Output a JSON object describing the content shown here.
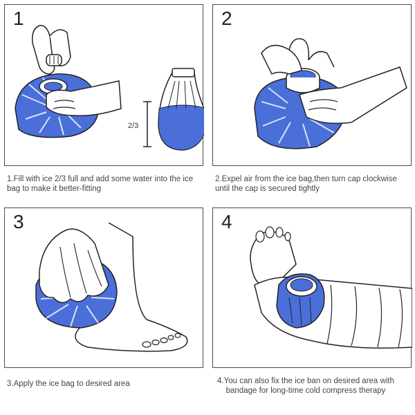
{
  "steps": [
    {
      "number": "1",
      "caption": "1.Fill with ice 2/3 full and add some water into the ice bag to make it better-fitting",
      "measure_label": "2/3"
    },
    {
      "number": "2",
      "caption": "2.Expel air from the ice bag,then turn cap clockwise until the cap is secured tightly"
    },
    {
      "number": "3",
      "caption": "3.Apply the ice bag to desired area"
    },
    {
      "number": "4",
      "caption": "4.You can also fix the ice ban on desired area with bandage for long-time cold compress therapy"
    }
  ],
  "colors": {
    "bag_blue": "#4a6fd8",
    "bag_dark": "#2c3f7a",
    "line": "#333333"
  }
}
